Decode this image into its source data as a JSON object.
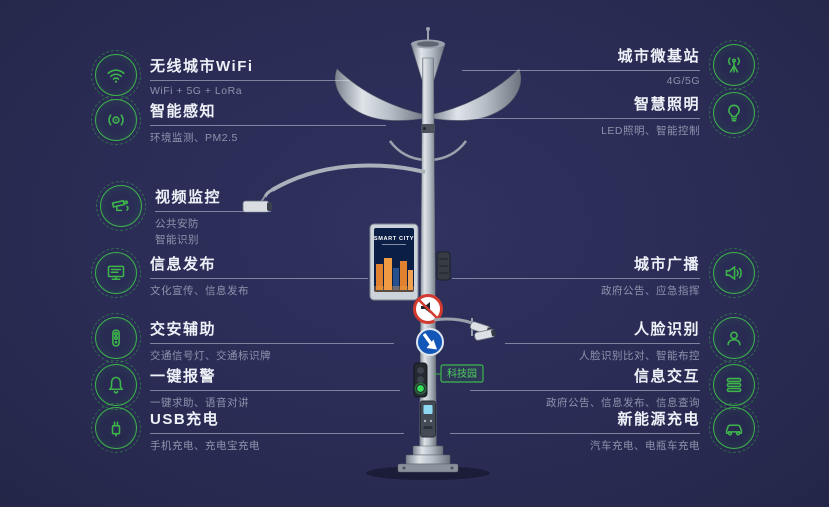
{
  "page": {
    "background": "#2a2c55",
    "accent_green": "#3db54b"
  },
  "left": {
    "items": [
      {
        "icon": "wifi-icon",
        "title": "无线城市WiFi",
        "subtitle": "WiFi + 5G + LoRa"
      },
      {
        "icon": "sensor-icon",
        "title": "智能感知",
        "subtitle": "环境监测、PM2.5"
      },
      {
        "icon": "cctv-icon",
        "title": "视频监控",
        "subtitle": "公共安防",
        "subtitle2": "智能识别"
      },
      {
        "icon": "display-icon",
        "title": "信息发布",
        "subtitle": "文化宣传、信息发布"
      },
      {
        "icon": "traffic-icon",
        "title": "交安辅助",
        "subtitle": "交通信号灯、交通标识牌"
      },
      {
        "icon": "alarm-icon",
        "title": "一键报警",
        "subtitle": "一键求助、语音对讲"
      },
      {
        "icon": "usb-icon",
        "title": "USB充电",
        "subtitle": "手机充电、充电宝充电"
      }
    ]
  },
  "right": {
    "items": [
      {
        "icon": "antenna-icon",
        "title": "城市微基站",
        "subtitle": "4G/5G"
      },
      {
        "icon": "bulb-icon",
        "title": "智慧照明",
        "subtitle": "LED照明、智能控制"
      },
      {
        "icon": "speaker-icon",
        "title": "城市广播",
        "subtitle": "政府公告、应急指挥"
      },
      {
        "icon": "face-icon",
        "title": "人脸识别",
        "subtitle": "人脸识别比对、智能布控"
      },
      {
        "icon": "interact-icon",
        "title": "信息交互",
        "subtitle": "政府公告、信息发布、信息查询"
      },
      {
        "icon": "ev-icon",
        "title": "新能源充电",
        "subtitle": "汽车充电、电瓶车充电"
      }
    ]
  },
  "pole": {
    "screen_title": "SMART CITY",
    "tech_park_label": "科技园"
  }
}
